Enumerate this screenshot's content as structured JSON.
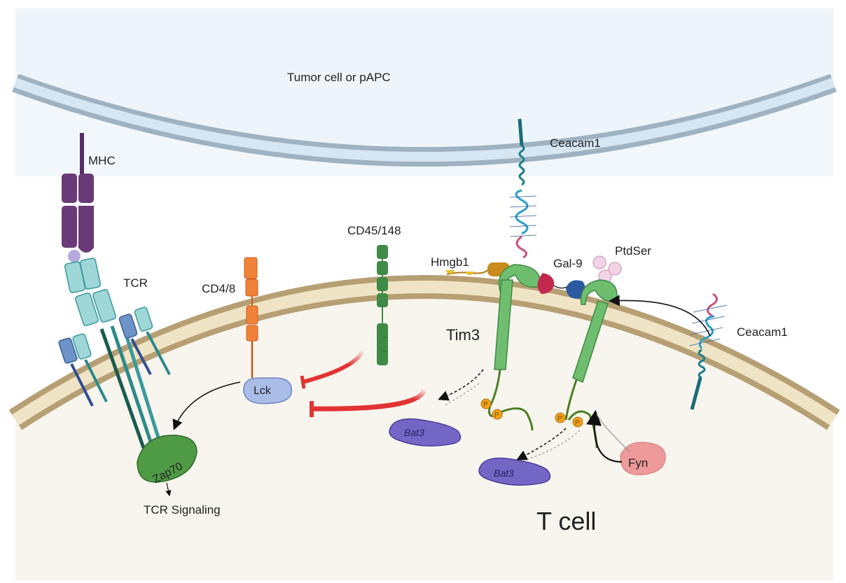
{
  "labels": {
    "tumor_cell": "Tumor cell or  pAPC",
    "t_cell": "T cell",
    "mhc": "MHC",
    "tcr": "TCR",
    "cd4_8": "CD4/8",
    "cd45_148": "CD45/148",
    "hmgb1": "Hmgb1",
    "ceacam1_top": "Ceacam1",
    "ceacam1_right": "Ceacam1",
    "gal9": "Gal-9",
    "ptdser": "PtdSer",
    "tim3": "Tim3",
    "lck": "Lck",
    "zap70": "Zap70",
    "tcr_signaling": "TCR Signaling",
    "bat3_left": "Bat3",
    "bat3_right": "Bat3",
    "fyn": "Fyn",
    "phospho": "P"
  },
  "colors": {
    "membrane_outer": "#aebfcc",
    "membrane_inner": "#d6e6f3",
    "tcell_membrane": "#c9b287",
    "tcell_membrane_light": "#efe3c4",
    "cytoplasm": "#f8f5ee",
    "mhc": "#6a3a78",
    "tcr": "#9fd6d7",
    "cd4": "#f0823a",
    "cd45": "#3f8a46",
    "tim3": "#6fbe6f",
    "inhibition": "#e23333",
    "lck": "#a9bde8",
    "zap70": "#4f9a45",
    "bat3": "#7466c4",
    "fyn": "#ee9a9a",
    "ceacam1": "#2aa0c8",
    "phospho": "#f0a21a"
  }
}
